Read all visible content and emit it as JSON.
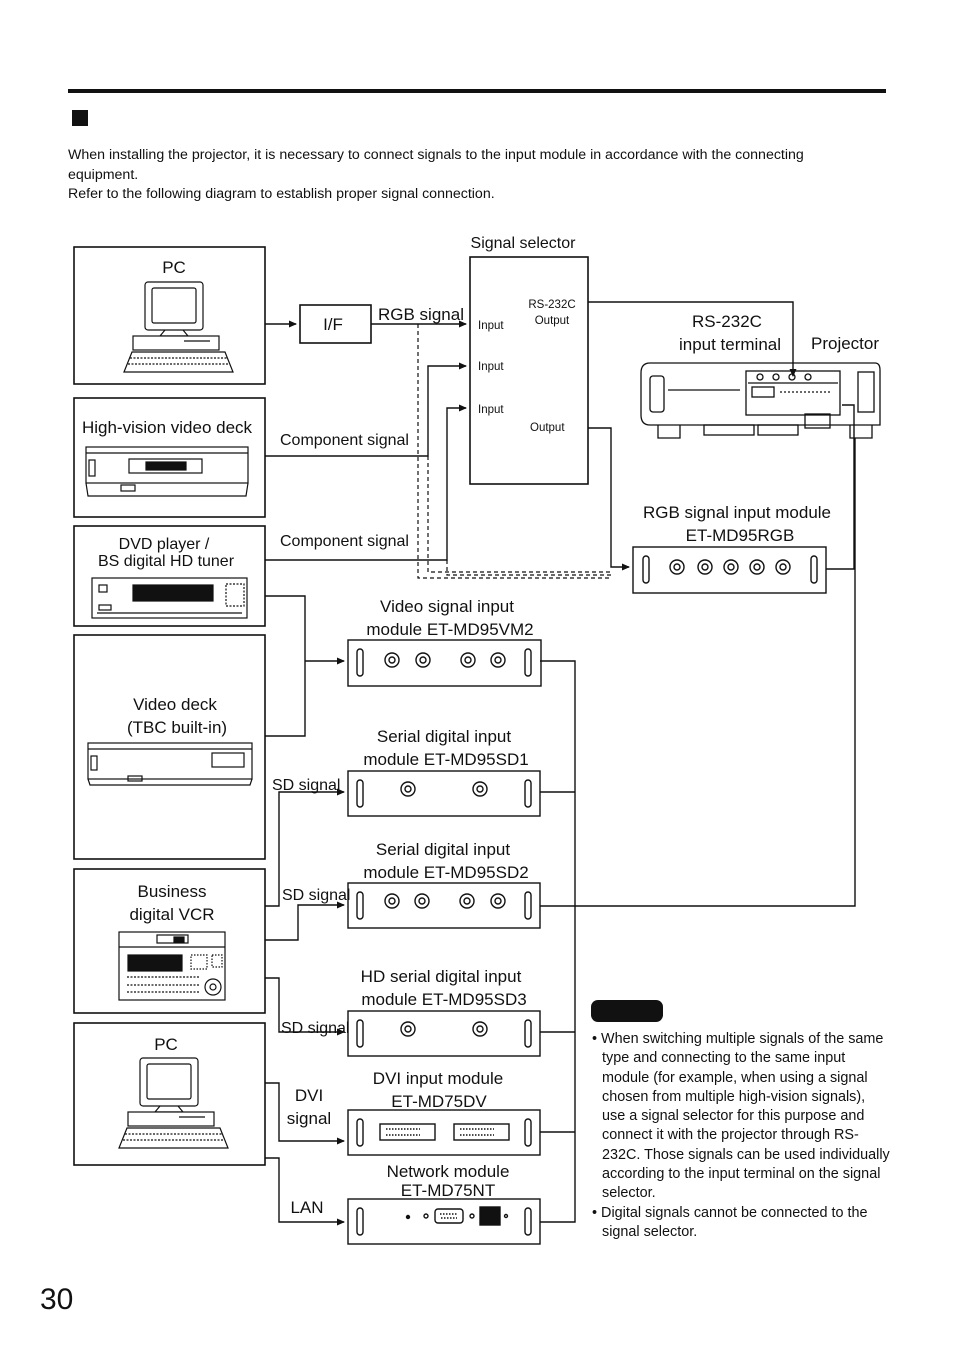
{
  "intro": {
    "line1": "When installing the projector, it is necessary to connect signals to the input module in accordance with the connecting equipment.",
    "line2": "Refer to the following diagram to establish proper signal connection."
  },
  "sources": {
    "pc_top": "PC",
    "hd_deck": "High-vision video deck",
    "dvd_line1": "DVD player /",
    "dvd_line2": "BS digital HD tuner",
    "video_deck_line1": "Video deck",
    "video_deck_line2": "(TBC built-in)",
    "business_line1": "Business",
    "business_line2": "digital VCR",
    "pc_bottom": "PC"
  },
  "interface_box": "I/F",
  "selector": {
    "title": "Signal selector",
    "rs232c_line1": "RS-232C",
    "rs232c_line2": "Output",
    "input1": "Input",
    "input2": "Input",
    "input3": "Input",
    "output": "Output"
  },
  "signals": {
    "rgb": "RGB signal",
    "component1": "Component signal",
    "component2": "Component signal",
    "sd1": "SD signal",
    "sd2": "SD signal",
    "sd3": "SD signal",
    "dvi_line1": "DVI",
    "dvi_line2": "signal",
    "lan": "LAN"
  },
  "projector": {
    "rs_line1": "RS-232C",
    "rs_line2": "input terminal",
    "label": "Projector"
  },
  "modules": {
    "rgb_line1": "RGB signal input module",
    "rgb_line2": "ET-MD95RGB",
    "vm2_line1": "Video signal input",
    "vm2_line2": "module ET-MD95VM2",
    "sd1_line1": "Serial digital input",
    "sd1_line2": "module ET-MD95SD1",
    "sd2_line1": "Serial digital input",
    "sd2_line2": "module ET-MD95SD2",
    "sd3_line1": "HD serial digital input",
    "sd3_line2": "module ET-MD95SD3",
    "dvi_line1": "DVI input module",
    "dvi_line2": "ET-MD75DV",
    "nt_line1": "Network module",
    "nt_line2": "ET-MD75NT"
  },
  "notes": [
    "When switching multiple signals of the same type and connecting to the same input module (for example, when using a signal chosen from multiple high-vision signals), use a signal selector for this purpose and connect it with the projector through RS-232C. Those signals can be used individually according to the input terminal on the signal selector.",
    "Digital signals cannot be connected to the signal selector."
  ],
  "page_number": "30"
}
